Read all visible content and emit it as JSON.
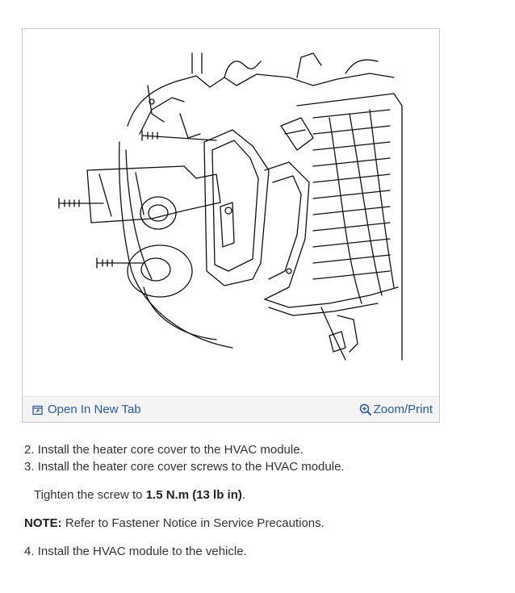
{
  "figure": {
    "open_label": "Open In New Tab",
    "zoom_label": "Zoom/Print",
    "open_icon": "open-new-tab-icon",
    "zoom_icon": "zoom-magnifier-icon"
  },
  "steps": [
    {
      "num": "2.",
      "text": "Install the heater core cover to the HVAC module."
    },
    {
      "num": "3.",
      "text": "Install the heater core cover screws to the HVAC module."
    }
  ],
  "tighten": {
    "prefix": "Tighten the screw to ",
    "value": "1.5 N.m (13 lb in)",
    "suffix": "."
  },
  "note": {
    "label": "NOTE:",
    "text": " Refer to Fastener Notice in Service Precautions."
  },
  "step4": {
    "num": "4.",
    "text": "Install the HVAC module to the vehicle."
  }
}
